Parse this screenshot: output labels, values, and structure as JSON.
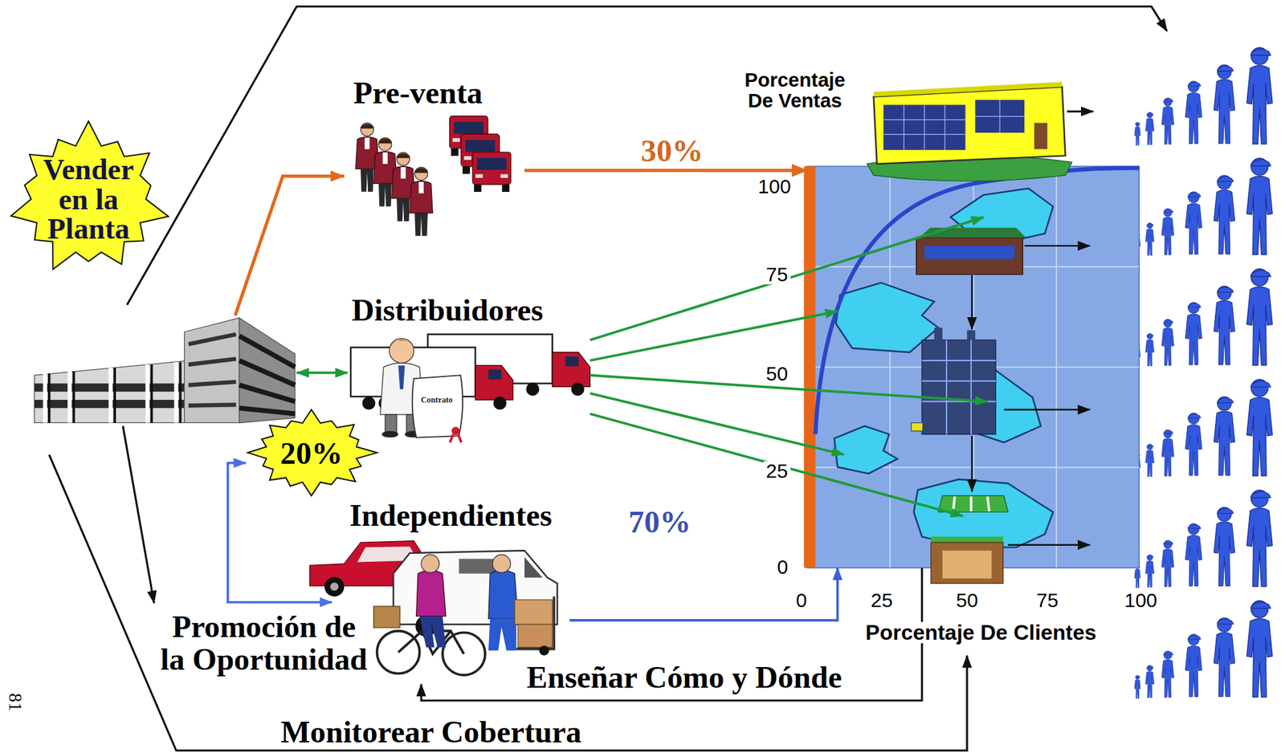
{
  "diagram": {
    "nodes": [
      {
        "text": [
          "Vender en la Planta"
        ]
      },
      {
        "text": [
          "Pre-venta"
        ]
      },
      {
        "text": [
          "Distribuidores"
        ]
      },
      {
        "text": [
          "20%"
        ]
      },
      {
        "text": [
          "Independientes"
        ]
      },
      {
        "text": [
          "Porcentaje De Ventas",
          "Porcentaje De Clientes"
        ]
      }
    ],
    "edges": [
      {
        "from": 1,
        "to": 5,
        "label": "30%",
        "arrow": "to"
      },
      {
        "from": 2,
        "to": 5,
        "arrow": "to"
      },
      {
        "from": 2,
        "to": 5,
        "arrow": "to"
      },
      {
        "from": 2,
        "to": 5,
        "arrow": "to"
      },
      {
        "from": 2,
        "to": 5,
        "arrow": "to"
      },
      {
        "from": 2,
        "to": 5,
        "arrow": "to"
      },
      {
        "from": 3,
        "to": 4,
        "arrow": "both"
      },
      {
        "from": 4,
        "to": 5,
        "label": "70%",
        "arrow": "to"
      },
      {
        "from": 5,
        "to": 4,
        "label": "Enseñar Cómo y Dónde",
        "arrow": "to"
      }
    ],
    "labels": [
      "100",
      "75",
      "50",
      "25",
      "0",
      "0",
      "25",
      "50",
      "75",
      "100",
      "Contrato",
      "Promoción de la Oportunidad",
      "Monitorear Cobertura",
      "81"
    ]
  }
}
